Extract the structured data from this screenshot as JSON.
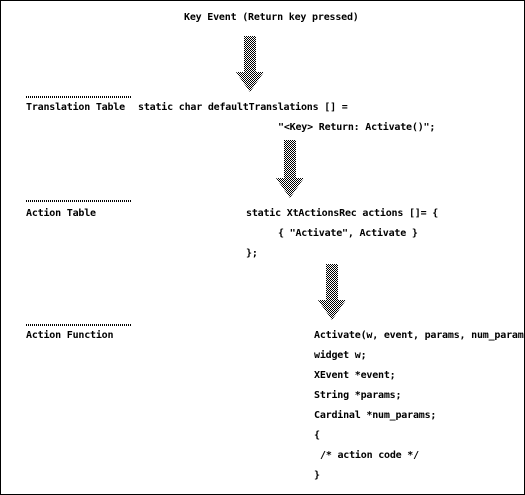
{
  "header": {
    "title": "Key Event (Return key pressed)"
  },
  "rows": {
    "translation": {
      "label": "Translation Table",
      "code": [
        "static char defaultTranslations [] =",
        "\"<Key> Return: Activate()\";"
      ]
    },
    "action_table": {
      "label": "Action Table",
      "code": [
        "static XtActionsRec actions []= {",
        "{ \"Activate\", Activate }",
        "};"
      ]
    },
    "action_function": {
      "label": "Action Function",
      "code": [
        "Activate(w, event, params, num_params)",
        "widget w;",
        "XEvent *event;",
        "String *params;",
        "Cardinal *num_params;",
        "{",
        "/* action code */",
        "}"
      ]
    }
  },
  "colors": {
    "ink": "#000000",
    "background": "#ffffff"
  }
}
